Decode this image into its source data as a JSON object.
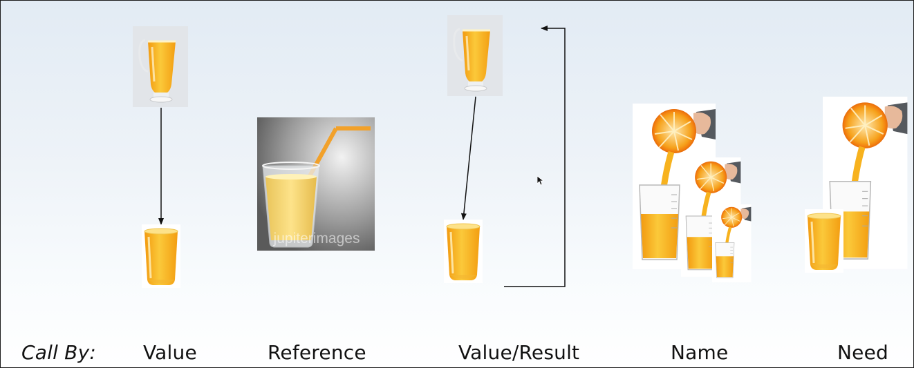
{
  "slide": {
    "call_by_label": "Call By:",
    "columns": [
      "Value",
      "Reference",
      "Value/Result",
      "Name",
      "Need"
    ],
    "watermark": "jupiterimages"
  },
  "images": {
    "pitcher": "juice-pitcher-glass",
    "small_glass": "orange-juice-glass",
    "straw_glass": "juice-glass-with-straw",
    "squeeze": "orange-squeezed-into-glass"
  },
  "colors": {
    "juice": "#f5ae1a",
    "juice_light": "#fbcf4a",
    "orange_peel": "#f07d10",
    "arrow": "#111111"
  }
}
